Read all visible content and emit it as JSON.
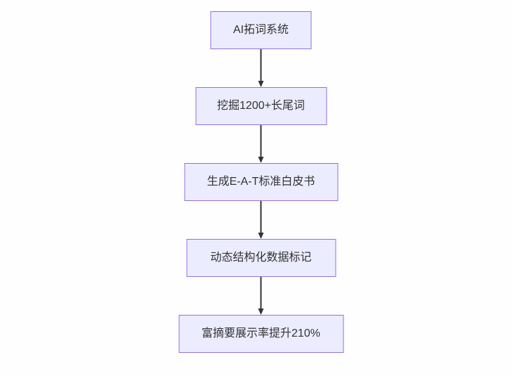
{
  "diagram": {
    "type": "flowchart",
    "direction": "top-down",
    "colors": {
      "node_fill": "#ECECFF",
      "node_border": "#9370DB",
      "edge_color": "#333333",
      "text_color": "#333333",
      "background": "#FEFEFE"
    },
    "nodes": [
      {
        "id": "n1",
        "label": "AI拓词系统"
      },
      {
        "id": "n2",
        "label": "挖掘1200+长尾词"
      },
      {
        "id": "n3",
        "label": "生成E-A-T标准白皮书"
      },
      {
        "id": "n4",
        "label": "动态结构化数据标记"
      },
      {
        "id": "n5",
        "label": "富摘要展示率提升210%"
      }
    ],
    "edges": [
      {
        "from": "n1",
        "to": "n2"
      },
      {
        "from": "n2",
        "to": "n3"
      },
      {
        "from": "n3",
        "to": "n4"
      },
      {
        "from": "n4",
        "to": "n5"
      }
    ]
  }
}
